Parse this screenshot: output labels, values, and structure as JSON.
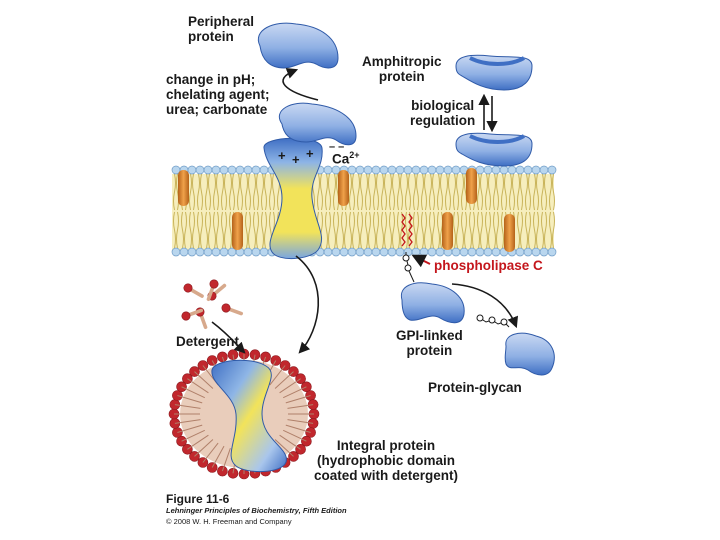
{
  "figure": {
    "title": "Figure 11-6",
    "book": "Lehninger Principles of Biochemistry, Fifth Edition",
    "copyright": "© 2008 W. H. Freeman and Company"
  },
  "labels": {
    "peripheral": [
      "Peripheral",
      "protein"
    ],
    "release_conditions": [
      "change in pH;",
      "chelating agent;",
      "urea; carbonate"
    ],
    "amphitropic": [
      "Amphitropic",
      "protein"
    ],
    "regulation": [
      "biological",
      "regulation"
    ],
    "calcium": "Ca",
    "calcium_charge": "2+",
    "phospholipase": "phospholipase C",
    "detergent": "Detergent",
    "gpi": [
      "GPI-linked",
      "protein"
    ],
    "glycan": "Protein-glycan",
    "integral": [
      "Integral protein",
      "(hydrophobic domain",
      "coated with detergent)"
    ]
  },
  "colors": {
    "protein_blue": "#3f6fc4",
    "protein_light": "#a9c1ea",
    "hydrophobic_yellow": "#f2e35a",
    "lipid_head": "#b9d6ee",
    "lipid_tail": "#e8d88a",
    "cholesterol": "#e08a2a",
    "detergent_head": "#c1272d",
    "detergent_tail": "#d7a98c",
    "arrow": "#1a1a1a",
    "enzyme_red": "#c4161c"
  }
}
